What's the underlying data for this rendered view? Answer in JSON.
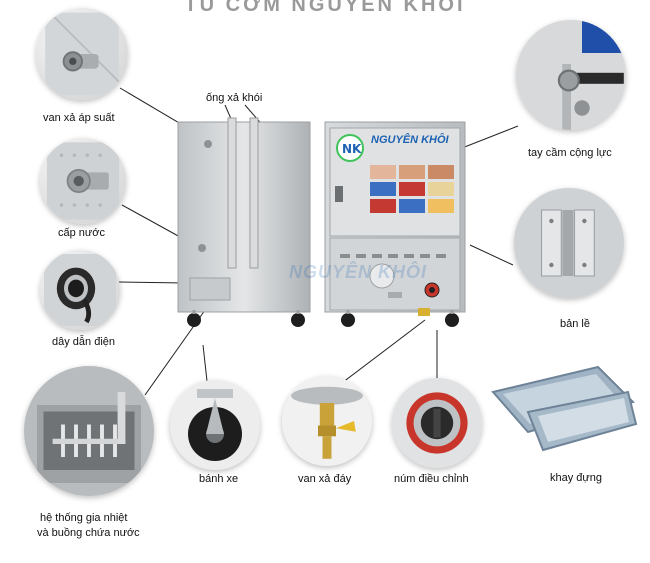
{
  "header": {
    "text": "TỦ CƠM NGUYÊN KHÔI"
  },
  "labels": {
    "van_xa_ap_suat": "van xả áp suất",
    "cap_nuoc": "cấp nước",
    "day_dan_dien": "dây dẫn điện",
    "he_thong_gia_nhiet": "hệ thống gia nhiệt",
    "buong_chua_nuoc": "và buồng chứa nước",
    "ong_xa_khoi": "ống xả khói",
    "tay_cam_cong_luc": "tay cầm cộng lực",
    "ban_le": "bản lề",
    "banh_xe": "bánh xe",
    "van_xa_day": "van xả đáy",
    "num_dieu_chinh": "núm điều chỉnh",
    "khay_dung": "khay đựng"
  },
  "brand": {
    "logo": "NK",
    "name": "NGUYÊN KHÔI",
    "watermark": "NGUYÊN KHÔI"
  },
  "colors": {
    "logo_accent": "#3fc35a",
    "logo_blue": "#1d62b3",
    "steel": "#c9ccce",
    "text": "#111111"
  }
}
